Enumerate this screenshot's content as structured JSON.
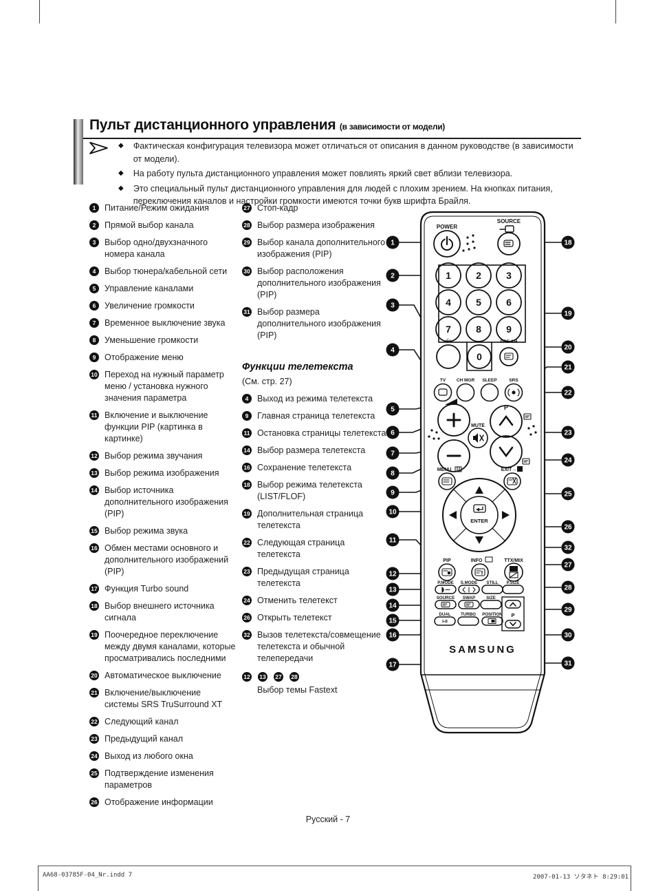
{
  "page": {
    "title": "Пульт дистанционного управления",
    "title_suffix": "(в зависимости от модели)",
    "footer": "Русский - 7",
    "print_left": "AA68-03785F-04_Nr.indd   7",
    "print_right": "2007-01-13   ソタネト 8:29:01"
  },
  "notes": {
    "bullet": "◆",
    "items": [
      "Фактическая конфигурация телевизора может отличаться от описания в данном руководстве (в зависимости от модели).",
      "На работу пульта дистанционного управления может повлиять яркий свет вблизи телевизора.",
      "Это специальный пульт дистанционного управления для людей с плохим зрением. На кнопках питания, переключения каналов и настройки громкости имеются точки букв шрифта Брайля."
    ]
  },
  "left_items": [
    {
      "num": "1",
      "text": "Питание/Режим ожидания"
    },
    {
      "num": "2",
      "text": "Прямой выбор канала"
    },
    {
      "num": "3",
      "text": "Выбор одно/двухзначного номера канала"
    },
    {
      "num": "4",
      "text": "Выбор тюнера/кабельной сети"
    },
    {
      "num": "5",
      "text": "Управление каналами"
    },
    {
      "num": "6",
      "text": "Увеличение громкости"
    },
    {
      "num": "7",
      "text": "Временное выключение звука"
    },
    {
      "num": "8",
      "text": "Уменьшение громкости"
    },
    {
      "num": "9",
      "text": "Отображение меню"
    },
    {
      "num": "10",
      "text": "Переход на нужный параметр меню / установка нужного значения параметра"
    },
    {
      "num": "11",
      "text": "Включение и выключение функции PIP (картинка в картинке)"
    },
    {
      "num": "12",
      "text": "Выбор режима звучания"
    },
    {
      "num": "13",
      "text": "Выбор режима изображения"
    },
    {
      "num": "14",
      "text": "Выбор источника дополнительного изображения (PIP)"
    },
    {
      "num": "15",
      "text": "Выбор режима звука"
    },
    {
      "num": "16",
      "text": "Обмен местами основного и дополнительного изображений (PIP)"
    },
    {
      "num": "17",
      "text": "Функция Turbo sound"
    },
    {
      "num": "18",
      "text": "Выбор внешнего источника сигнала"
    },
    {
      "num": "19",
      "text": "Поочередное переключение между двумя каналами, которые просматривались последними"
    },
    {
      "num": "20",
      "text": "Автоматическое выключение"
    },
    {
      "num": "21",
      "text": "Включение/выключение системы SRS TruSurround XT"
    },
    {
      "num": "22",
      "text": "Следующий канал"
    },
    {
      "num": "23",
      "text": "Предыдущий канал"
    },
    {
      "num": "24",
      "text": "Выход из любого окна"
    },
    {
      "num": "25",
      "text": "Подтверждение изменения параметров"
    },
    {
      "num": "26",
      "text": "Отображение информации"
    }
  ],
  "middle_items": [
    {
      "num": "27",
      "text": "Стоп-кадр"
    },
    {
      "num": "28",
      "text": "Выбор размера изображения"
    },
    {
      "num": "29",
      "text": "Выбор канала дополнительного изображения (PIP)"
    },
    {
      "num": "30",
      "text": "Выбор расположения дополнительного изображения (PIP)"
    },
    {
      "num": "31",
      "text": "Выбор размера дополнительного изображения (PIP)"
    }
  ],
  "teletext": {
    "heading": "Функции телетекста",
    "subheading": "(См. стр. 27)",
    "items": [
      {
        "num": "4",
        "text": "Выход из режима телетекста"
      },
      {
        "num": "9",
        "text": "Главная страница телетекста"
      },
      {
        "num": "11",
        "text": "Остановка страницы телетекста"
      },
      {
        "num": "14",
        "text": "Выбор размера телетекста"
      },
      {
        "num": "16",
        "text": "Сохранение телетекста"
      },
      {
        "num": "18",
        "text": "Выбор режима телетекста (LIST/FLOF)"
      },
      {
        "num": "19",
        "text": "Дополнительная страница телетекста"
      },
      {
        "num": "22",
        "text": "Следующая страница телетекста"
      },
      {
        "num": "23",
        "text": "Предыдущая страница телетекста"
      },
      {
        "num": "24",
        "text": "Отменить телетекст"
      },
      {
        "num": "26",
        "text": "Открыть телетекст"
      },
      {
        "num": "32",
        "text": "Вызов телетекста/совмещение телетекста и обычной телепередачи"
      }
    ],
    "combo": {
      "nums": [
        "12",
        "13",
        "27",
        "28"
      ],
      "text": "Выбор темы Fastext"
    }
  },
  "remote": {
    "power": "POWER",
    "source_top": "SOURCE",
    "digits": [
      "1",
      "2",
      "3",
      "4",
      "5",
      "6",
      "7",
      "8",
      "9"
    ],
    "dash": "-/--",
    "zero": "0",
    "prech": "PRE-CH",
    "tv": "TV",
    "chmgr": "CH MGR",
    "sleep": "SLEEP",
    "srs": "SRS",
    "p": "P",
    "mute": "MUTE",
    "menu": "MENU",
    "exit": "EXIT→",
    "enter": "ENTER",
    "pip": "PIP",
    "info": "INFO",
    "ttxmix": "TTX/MIX",
    "pmode": "P.MODE",
    "smode": "S.MODE",
    "still": "STILL",
    "psize": "P.SIZE",
    "source2": "SOURCE",
    "swap": "SWAP",
    "size": "SIZE",
    "dual": "DUAL",
    "dual_btn": "I-II",
    "turbo": "TURBO",
    "position": "POSITION",
    "p_side": "P",
    "brand": "SAMSUNG",
    "callouts_left": [
      "1",
      "2",
      "3",
      "4",
      "5",
      "6",
      "7",
      "8",
      "9",
      "10",
      "11",
      "12",
      "13",
      "14",
      "15",
      "16",
      "17"
    ],
    "callouts_right": [
      "18",
      "19",
      "20",
      "21",
      "22",
      "23",
      "24",
      "25",
      "26",
      "32",
      "27",
      "28",
      "29",
      "30",
      "31"
    ]
  },
  "colors": {
    "ink": "#1a1a1a",
    "badge": "#111111",
    "bar_dark": "#2b2b2b",
    "bar_light": "#e9e9e9"
  }
}
